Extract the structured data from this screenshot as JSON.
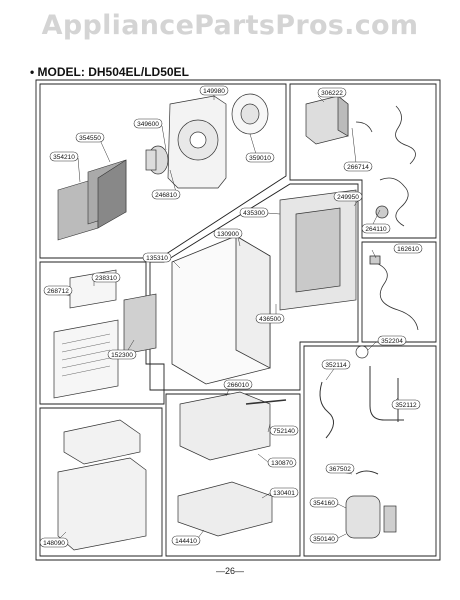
{
  "watermark": "AppliancePartsPros.com",
  "model_title": "• MODEL: DH504EL/LD50EL",
  "page_number": "—26—",
  "part_labels": {
    "p149980": "149980",
    "p349600": "349600",
    "p354550": "354550",
    "p354210": "354210",
    "p246810": "246810",
    "p359010": "359010",
    "p306222": "306222",
    "p266714": "266714",
    "p264110": "264110",
    "p249950": "249950",
    "p435300": "435300",
    "p130900": "130900",
    "p135310": "135310",
    "p436500": "436500",
    "p162610": "162610",
    "p238310": "238310",
    "p268712": "268712",
    "p152300": "152300",
    "p266010": "266010",
    "p752140": "752140",
    "p130870": "130870",
    "p130401": "130401",
    "p144410": "144410",
    "p148090": "148090",
    "p352204": "352204",
    "p352114": "352114",
    "p352112": "352112",
    "p367502": "367502",
    "p354160": "354160",
    "p350140": "350140"
  }
}
